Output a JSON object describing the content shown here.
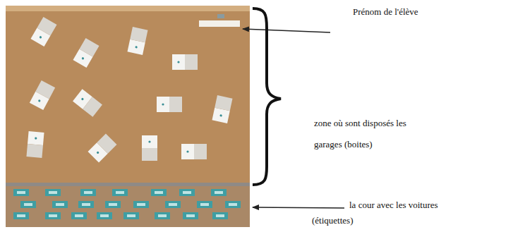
{
  "diagram": {
    "labels": [
      "Prénom de l'élève",
      "zone où sont disposés les garages (boites)",
      "la cour avec les voitures (étiquettes)"
    ]
  }
}
